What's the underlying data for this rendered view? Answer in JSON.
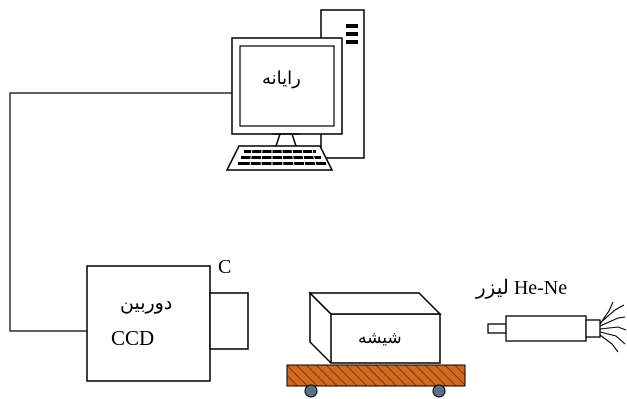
{
  "computer": {
    "label": "رایانه"
  },
  "camera": {
    "name": "دوربین",
    "type": "CCD",
    "marker": "C"
  },
  "glass": {
    "label": "شیشه"
  },
  "laser": {
    "label": "لیزر He-Ne"
  },
  "colors": {
    "line": "#000000",
    "cart": "#d2691e",
    "cart_hatch": "#7a3a10",
    "wheel": "#5a6f8a"
  },
  "icons": [
    "computer-tower-icon",
    "monitor-icon",
    "keyboard-icon",
    "camera-icon",
    "laser-icon",
    "cart-icon"
  ]
}
